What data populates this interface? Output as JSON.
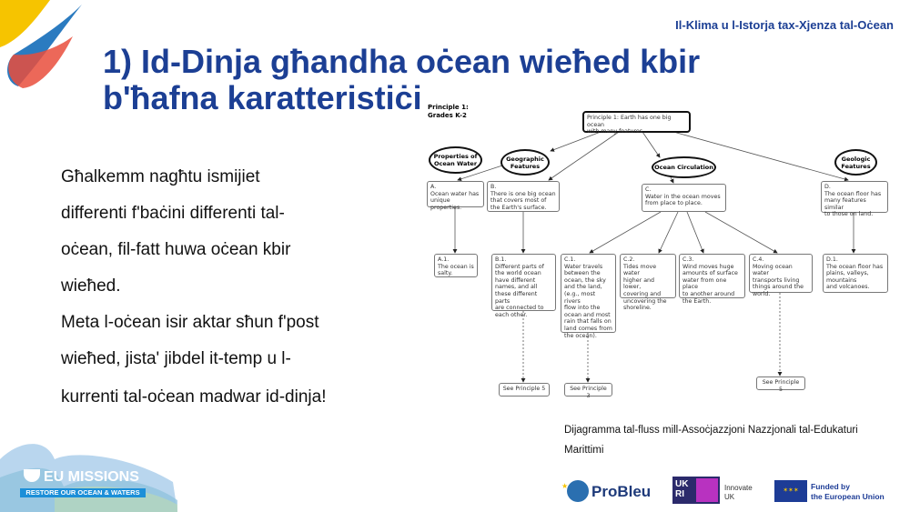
{
  "header": {
    "course": "Il-Klima u l-Istorja tax-Xjenza tal-Oċean"
  },
  "title": "1) Id-Dinja għandha oċean wieħed kbir b'ħafna karatteristiċi",
  "body_lines": [
    "Għalkemm nagħtu ismijiet",
    "differenti f'baċini differenti tal-",
    "oċean, fil-fatt huwa oċean kbir",
    "wieħed.",
    "Meta l-oċean isir aktar sħun f'post",
    "wieħed, jista' jibdel it-temp u l-",
    "kurrenti tal-oċean madwar id-dinja!"
  ],
  "diagram": {
    "label": "Principle 1:\nGrades K-2",
    "root": "Principle 1: Earth has one big ocean\nwith many features.",
    "ovals": [
      "Properties of\nOcean Water",
      "Geographic\nFeatures",
      "Ocean Circulation",
      "Geologic\nFeatures"
    ],
    "A": "A.\nOcean water has\nunique properties.",
    "B": "B.\nThere is one big ocean\nthat covers most of\nthe Earth's surface.",
    "C": "C.\nWater in the ocean moves\nfrom place to place.",
    "D": "D.\nThe ocean floor has\nmany features similar\nto those on land.",
    "A1": "A.1.\nThe ocean is\nsalty.",
    "B1": "B.1.\nDifferent parts of\nthe world ocean\nhave different\nnames, and all\nthese different parts\nare connected to\neach other.",
    "C1": "C.1.\nWater travels\nbetween the\nocean, the sky\nand the land,\n(e.g., most rivers\nflow into the\nocean and most\nrain that falls on\nland comes from\nthe ocean).",
    "C2": "C.2.\nTides move water\nhigher and lower,\ncovering and\nuncovering the\nshoreline.",
    "C3": "C.3.\nWind moves huge\namounts of surface\nwater from one place\nto another around\nthe Earth.",
    "C4": "C.4.\nMoving ocean water\ntransports living\nthings around the\nworld.",
    "D1": "D.1.\nThe ocean floor has\nplains, valleys,\nmountains\nand volcanoes.",
    "see_b1": "See Principle 5",
    "see_c1": "See Principle 3",
    "see_c4": "See Principle 5"
  },
  "caption": "Dijagramma tal-fluss mill-Assoċjazzjoni Nazzjonali tal-Edukaturi Marittimi",
  "logos": {
    "eu_missions": "EU MISSIONS",
    "eu_missions_tag": "RESTORE OUR OCEAN & WATERS",
    "probleu": "ProBleu",
    "innovate": "Innovate\nUK",
    "eu_funded": "Funded by\nthe European Union"
  },
  "colors": {
    "title": "#1c3f94",
    "accent_yellow": "#f6c400",
    "accent_blue": "#2b7bc0"
  }
}
